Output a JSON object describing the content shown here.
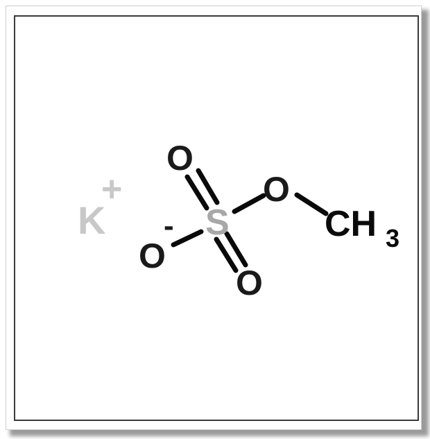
{
  "molecule": {
    "cation_symbol": "K",
    "cation_charge": "+",
    "sulfur_symbol": "S",
    "oxygen_top": "O",
    "oxygen_bottom": "O",
    "oxygen_left": "O",
    "oxygen_left_charge": "-",
    "oxygen_right": "O",
    "methyl_carbon": "CH",
    "methyl_subscript": "3"
  },
  "colors": {
    "cation": "#c8c8c8",
    "sulfur": "#a8a8a8",
    "atoms": "#1a1a1a",
    "bonds": "#0a0a0a"
  }
}
